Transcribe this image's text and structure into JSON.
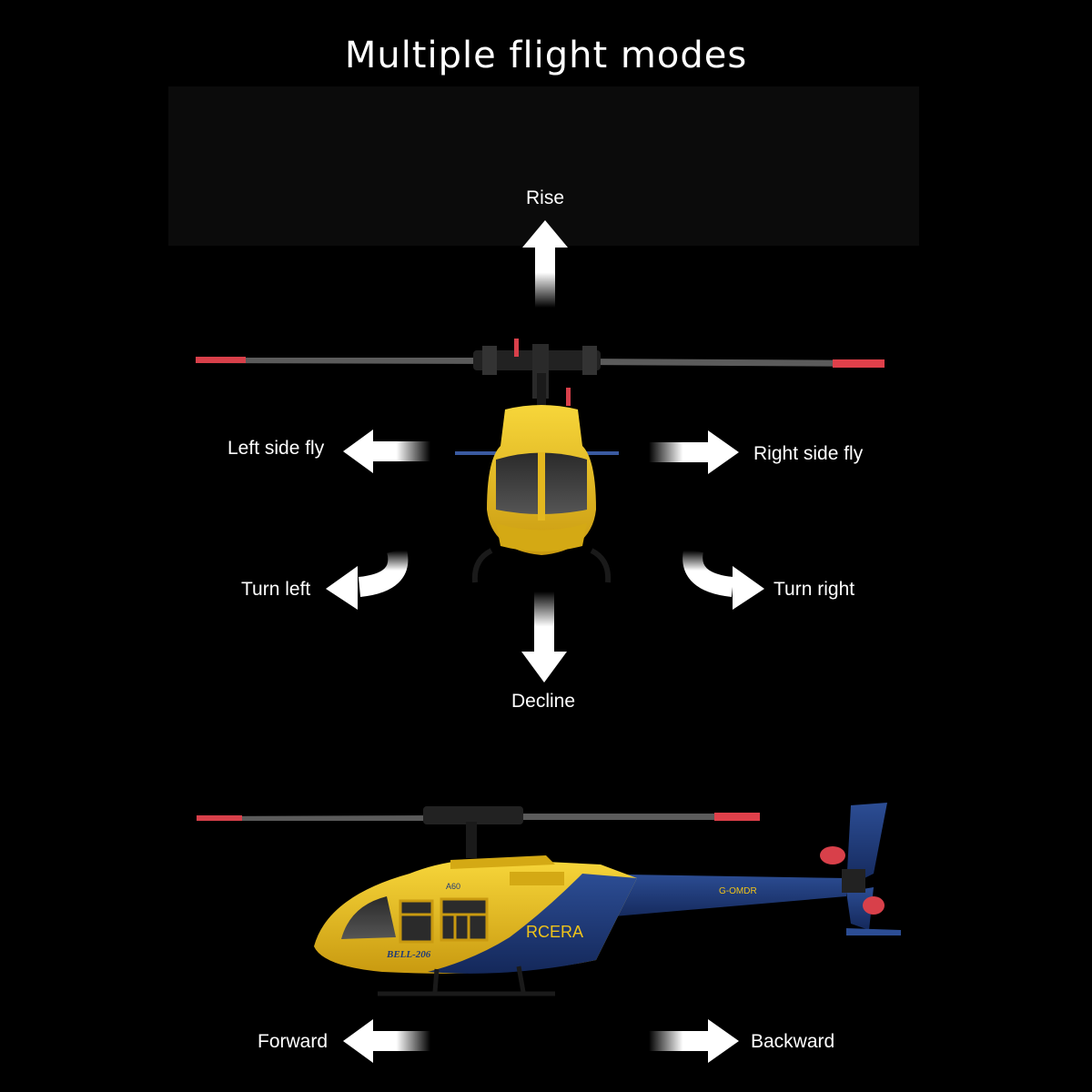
{
  "title": "Multiple flight modes",
  "labels": {
    "rise": "Rise",
    "left_side_fly": "Left side fly",
    "right_side_fly": "Right side fly",
    "turn_left": "Turn left",
    "turn_right": "Turn right",
    "decline": "Decline",
    "forward": "Forward",
    "backward": "Backward"
  },
  "helicopter": {
    "model_text": "BELL-206",
    "brand_text": "RCERA",
    "registration_text": "G-OMDR",
    "tail_code": "A60"
  },
  "colors": {
    "background": "#000000",
    "body_yellow": "#f0c419",
    "body_blue": "#1f3a78",
    "rotor_tip_red": "#e0404a"
  }
}
